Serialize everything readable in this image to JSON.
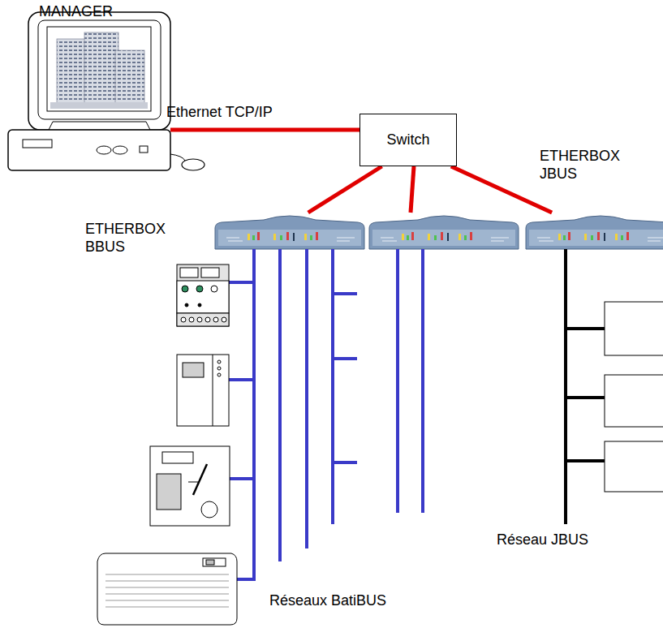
{
  "diagram": {
    "nodes": [
      {
        "text": [
          "MANAGER"
        ]
      },
      {
        "text": [
          "Switch"
        ]
      },
      {
        "text": [
          "ETHERBOX BBUS"
        ]
      },
      {
        "text": [
          "ETHERBOX JBUS"
        ]
      }
    ],
    "edges": [
      {
        "from": 0,
        "to": 1,
        "arrow": "none",
        "label": "Ethernet TCP/IP"
      },
      {
        "from": 1,
        "to": 2,
        "arrow": "none"
      },
      {
        "from": 1,
        "to": 3,
        "arrow": "none"
      }
    ],
    "labels": [
      "Réseaux BatiBUS",
      "Réseau JBUS"
    ]
  }
}
